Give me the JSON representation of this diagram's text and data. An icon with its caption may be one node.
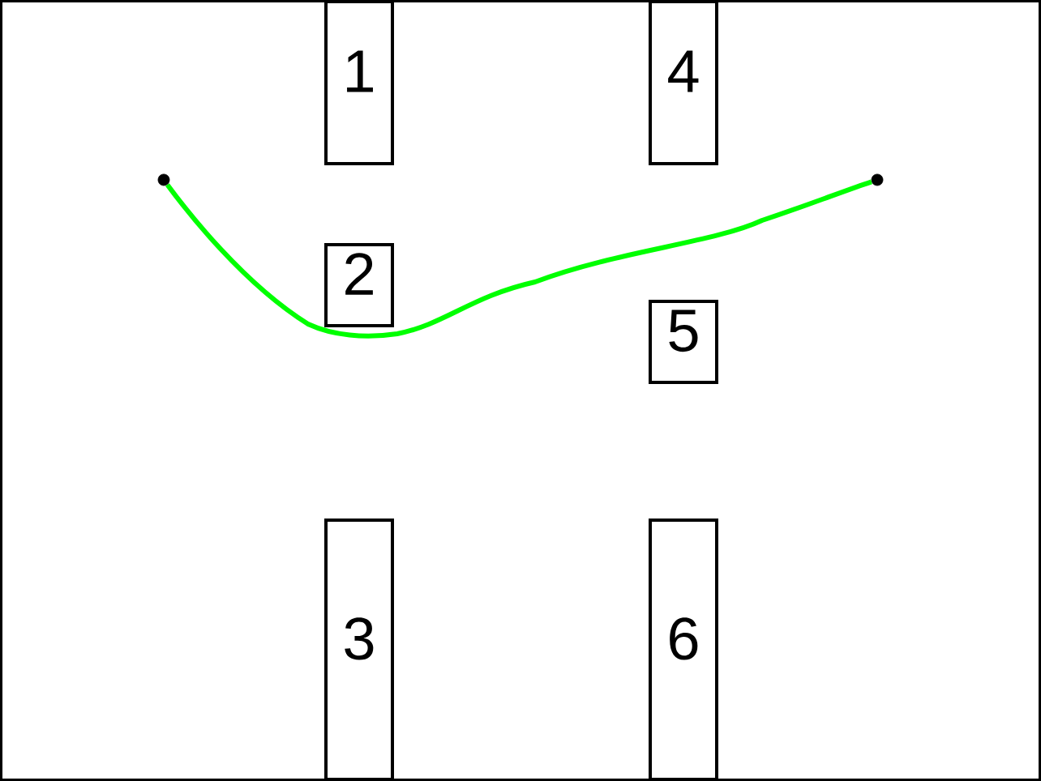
{
  "diagram": {
    "nodes": [
      {
        "text": [
          "1"
        ]
      },
      {
        "text": [
          "4"
        ]
      },
      {
        "text": [],
        "shape": "circle"
      },
      {
        "text": [],
        "shape": "circle"
      },
      {
        "text": [
          "2"
        ]
      },
      {
        "text": [
          "5"
        ]
      },
      {
        "text": [
          "3"
        ]
      },
      {
        "text": [
          "6"
        ]
      }
    ],
    "edges": [
      {
        "from": 2,
        "to": 3,
        "arrow": "none",
        "color": "#00ff00"
      }
    ]
  }
}
